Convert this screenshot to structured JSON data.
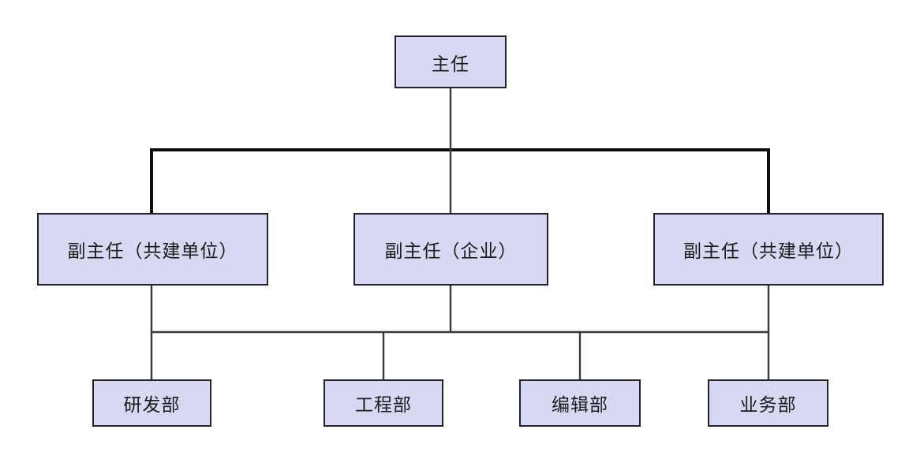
{
  "diagram": {
    "type": "org-chart",
    "nodes": {
      "director": {
        "label": "主任",
        "level": 1
      },
      "deputy_left": {
        "label": "副主任（共建单位）",
        "level": 2
      },
      "deputy_center": {
        "label": "副主任（企业）",
        "level": 2
      },
      "deputy_right": {
        "label": "副主任（共建单位）",
        "level": 2
      },
      "dept_rd": {
        "label": "研发部",
        "level": 3
      },
      "dept_eng": {
        "label": "工程部",
        "level": 3
      },
      "dept_edit": {
        "label": "编辑部",
        "level": 3
      },
      "dept_biz": {
        "label": "业务部",
        "level": 3
      }
    },
    "structure": {
      "root": "主任",
      "level2": [
        "副主任（共建单位）",
        "副主任（企业）",
        "副主任（共建单位）"
      ],
      "level3": [
        "研发部",
        "工程部",
        "编辑部",
        "业务部"
      ],
      "notes": "root connects via bold bus to all level2 nodes; all level2 nodes connect via shared thin bus to all level3 nodes"
    },
    "colors": {
      "background": "#ffffff",
      "node_fill": "#d7d9f2",
      "node_border": "#23232e",
      "connector_thick": "#0d0d0d",
      "connector_thin": "#3a3a3a",
      "text": "#1b1b1b"
    }
  }
}
